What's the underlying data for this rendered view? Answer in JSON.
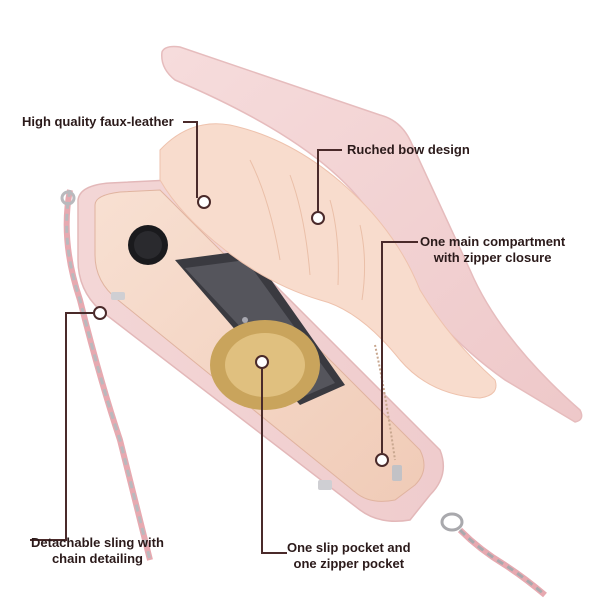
{
  "callouts": {
    "faux_leather": "High quality faux-leather",
    "ruched_bow": "Ruched bow design",
    "main_compartment_l1": "One main compartment",
    "main_compartment_l2": "with zipper closure",
    "sling_l1": "Detachable sling with",
    "sling_l2": "chain detailing",
    "pockets_l1": "One slip pocket and",
    "pockets_l2": "one zipper pocket"
  },
  "colors": {
    "background": "#ffffff",
    "bag_pink": "#f2d3d3",
    "lining": "#f5d9c8",
    "callout_line": "#4a2a2a",
    "label_text": "#2b1a1a",
    "chain_metal": "#b9b9bd"
  }
}
